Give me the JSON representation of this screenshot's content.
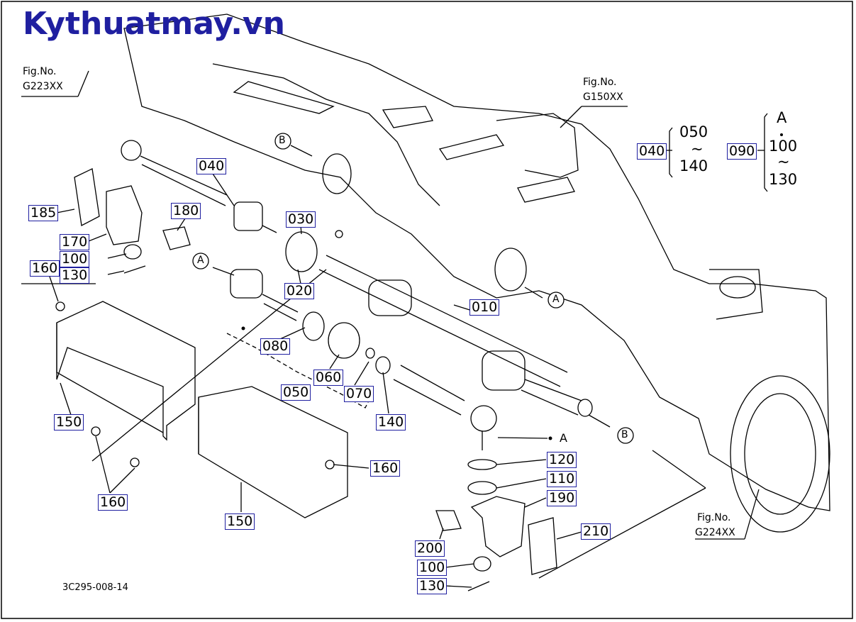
{
  "watermark": "Kythuatmay.vn",
  "drawing_number": "3C295-008-14",
  "fig_refs": [
    {
      "label": "Fig.No.",
      "code": "G223XX"
    },
    {
      "label": "Fig.No.",
      "code": "G150XX"
    },
    {
      "label": "Fig.No.",
      "code": "G224XX"
    }
  ],
  "legend": {
    "group_040": {
      "ref": "040",
      "top": "050",
      "sep": "~",
      "bottom": "140"
    },
    "group_090": {
      "ref": "090",
      "top": "A",
      "mid": "100",
      "sep": "~",
      "bottom": "130"
    }
  },
  "callouts": {
    "A": "A",
    "B": "B"
  },
  "part_labels": [
    "185",
    "170",
    "100",
    "130",
    "160",
    "180",
    "040",
    "030",
    "020",
    "080",
    "050",
    "060",
    "070",
    "140",
    "010",
    "150",
    "160",
    "150",
    "160",
    "120",
    "110",
    "190",
    "200",
    "210",
    "100",
    "130"
  ]
}
